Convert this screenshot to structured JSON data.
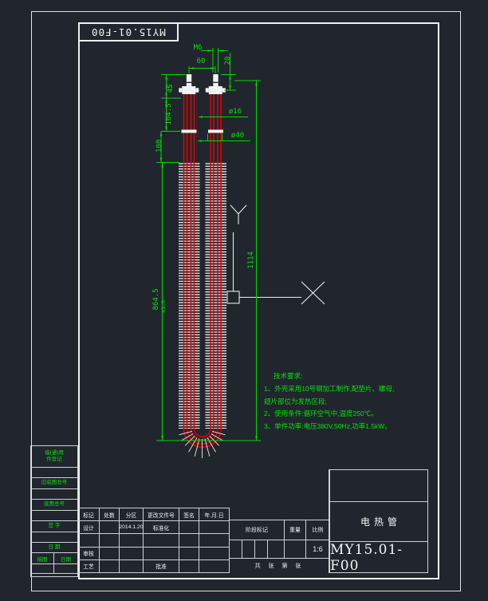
{
  "colors": {
    "background": "#21262e",
    "frame": "#eef1f4",
    "dim_green": "#00e400",
    "tube_red": "#e60000",
    "fin_white": "#f2f2f2"
  },
  "corner_label": "MY15.01-F00",
  "dimensions": {
    "thread": "M6",
    "terminal_spacing": "60",
    "stud_height": "20",
    "nut_zone": "45",
    "neck": "104.5",
    "plate_to_fins": "100",
    "fin_length": "864.5",
    "fin_length_tol": "±1.5",
    "overall": "1114",
    "tube_dia": "ø16",
    "plate_dia": "ø40"
  },
  "tech_notes": {
    "title": "技术要求:",
    "line1": "1、外壳采用10号钢加工制作,配垫片、螺母,",
    "line2": "翅片部位为发热区段;",
    "line3": "2、使用条件:循环空气中,温度250℃。",
    "line4": "3、单件功率:电压380V,50Hz,功率1.5kW。"
  },
  "left_table": {
    "borrow_1": "借(通)用",
    "borrow_2": "件登记",
    "old_base": "旧底图总号",
    "base": "底图总号",
    "sign": "签 字",
    "date": "日 期",
    "trace": "描图",
    "trace_date": "日期"
  },
  "bottom_table": {
    "h0": "标记",
    "h1": "处数",
    "h2": "分区",
    "h3": "更改文件号",
    "h4": "签名",
    "h5": "年.月.日",
    "design": "设计",
    "design_date": "2014.1.20",
    "standard": "标准化",
    "audit": "审核",
    "craft": "工艺",
    "approve": "批准"
  },
  "mid_block": {
    "stage": "阶段标记",
    "weight": "重量",
    "scale_label": "比例",
    "scale": "1:6",
    "sheets": "共  张 第  张"
  },
  "title_block": {
    "part_name": "电热管",
    "drawing_number": "MY15.01-F00"
  }
}
